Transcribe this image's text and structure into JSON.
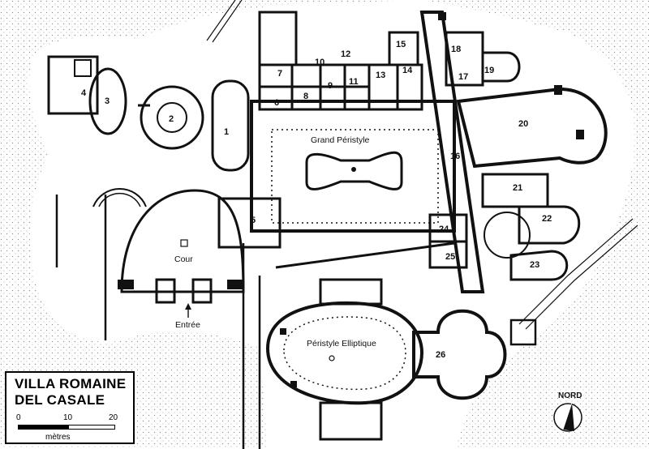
{
  "title_line1": "VILLA ROMAINE",
  "title_line2": "DEL CASALE",
  "scale": {
    "ticks": [
      "0",
      "10",
      "20"
    ],
    "unit": "mètres"
  },
  "compass": "NORD",
  "places": {
    "grand_peristyle": "Grand Péristyle",
    "cour": "Cour",
    "entree": "Entrée",
    "peristyle_elliptique": "Péristyle Elliptique"
  },
  "rooms": [
    "1",
    "2",
    "3",
    "4",
    "5",
    "6",
    "7",
    "8",
    "9",
    "10",
    "11",
    "12",
    "13",
    "14",
    "15",
    "16",
    "17",
    "18",
    "19",
    "20",
    "21",
    "22",
    "23",
    "24",
    "25",
    "26"
  ],
  "colors": {
    "ink": "#111111",
    "stipple": "#8a8a8a",
    "paper": "#ffffff"
  },
  "icons": {
    "entrance_arrow": "arrow-up-icon",
    "north": "north-arrow-icon"
  }
}
